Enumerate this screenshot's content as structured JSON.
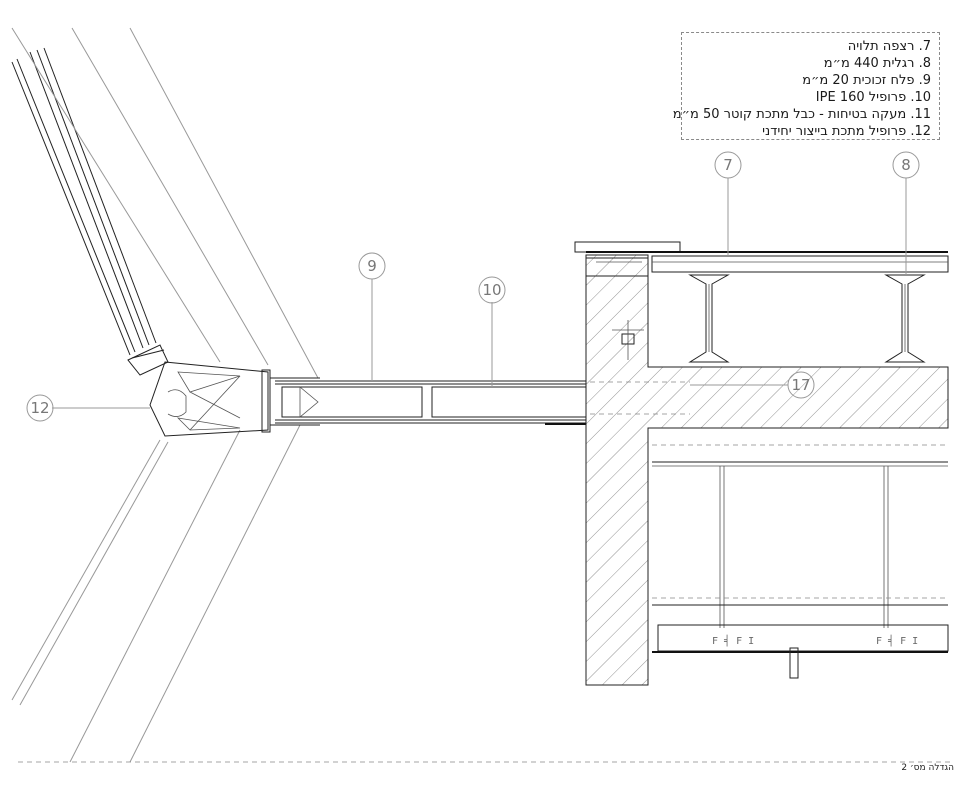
{
  "legend": {
    "items": [
      "7. רצפה תלויה",
      "8. רגלית 440 מ״מ",
      "9. פלח זכוכית 20 מ״מ",
      "10. פרופיל  IPE 160",
      "11. מעקה בטיחות - כבל מתכת קוטר 50 מ״מ",
      "12. פרופיל מתכת בייצור יחידני"
    ]
  },
  "callouts": {
    "c7": "7",
    "c8": "8",
    "c9": "9",
    "c10": "10",
    "c12": "12",
    "c17": "17"
  },
  "scale_note": "הגדלה מס׳ 2"
}
